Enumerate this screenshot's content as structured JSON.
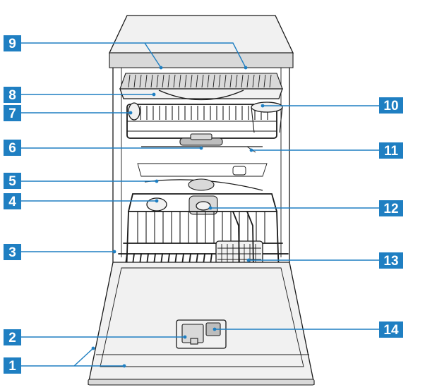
{
  "colors": {
    "badge": "#1f7fc2",
    "leader": "#1f7fc2",
    "ink": "#1a1a1a",
    "body_fill": "#f1f1f1"
  },
  "callouts": [
    {
      "number": "1"
    },
    {
      "number": "2"
    },
    {
      "number": "3"
    },
    {
      "number": "4"
    },
    {
      "number": "5"
    },
    {
      "number": "6"
    },
    {
      "number": "7"
    },
    {
      "number": "8"
    },
    {
      "number": "9"
    },
    {
      "number": "10"
    },
    {
      "number": "11"
    },
    {
      "number": "12"
    },
    {
      "number": "13"
    },
    {
      "number": "14"
    }
  ]
}
